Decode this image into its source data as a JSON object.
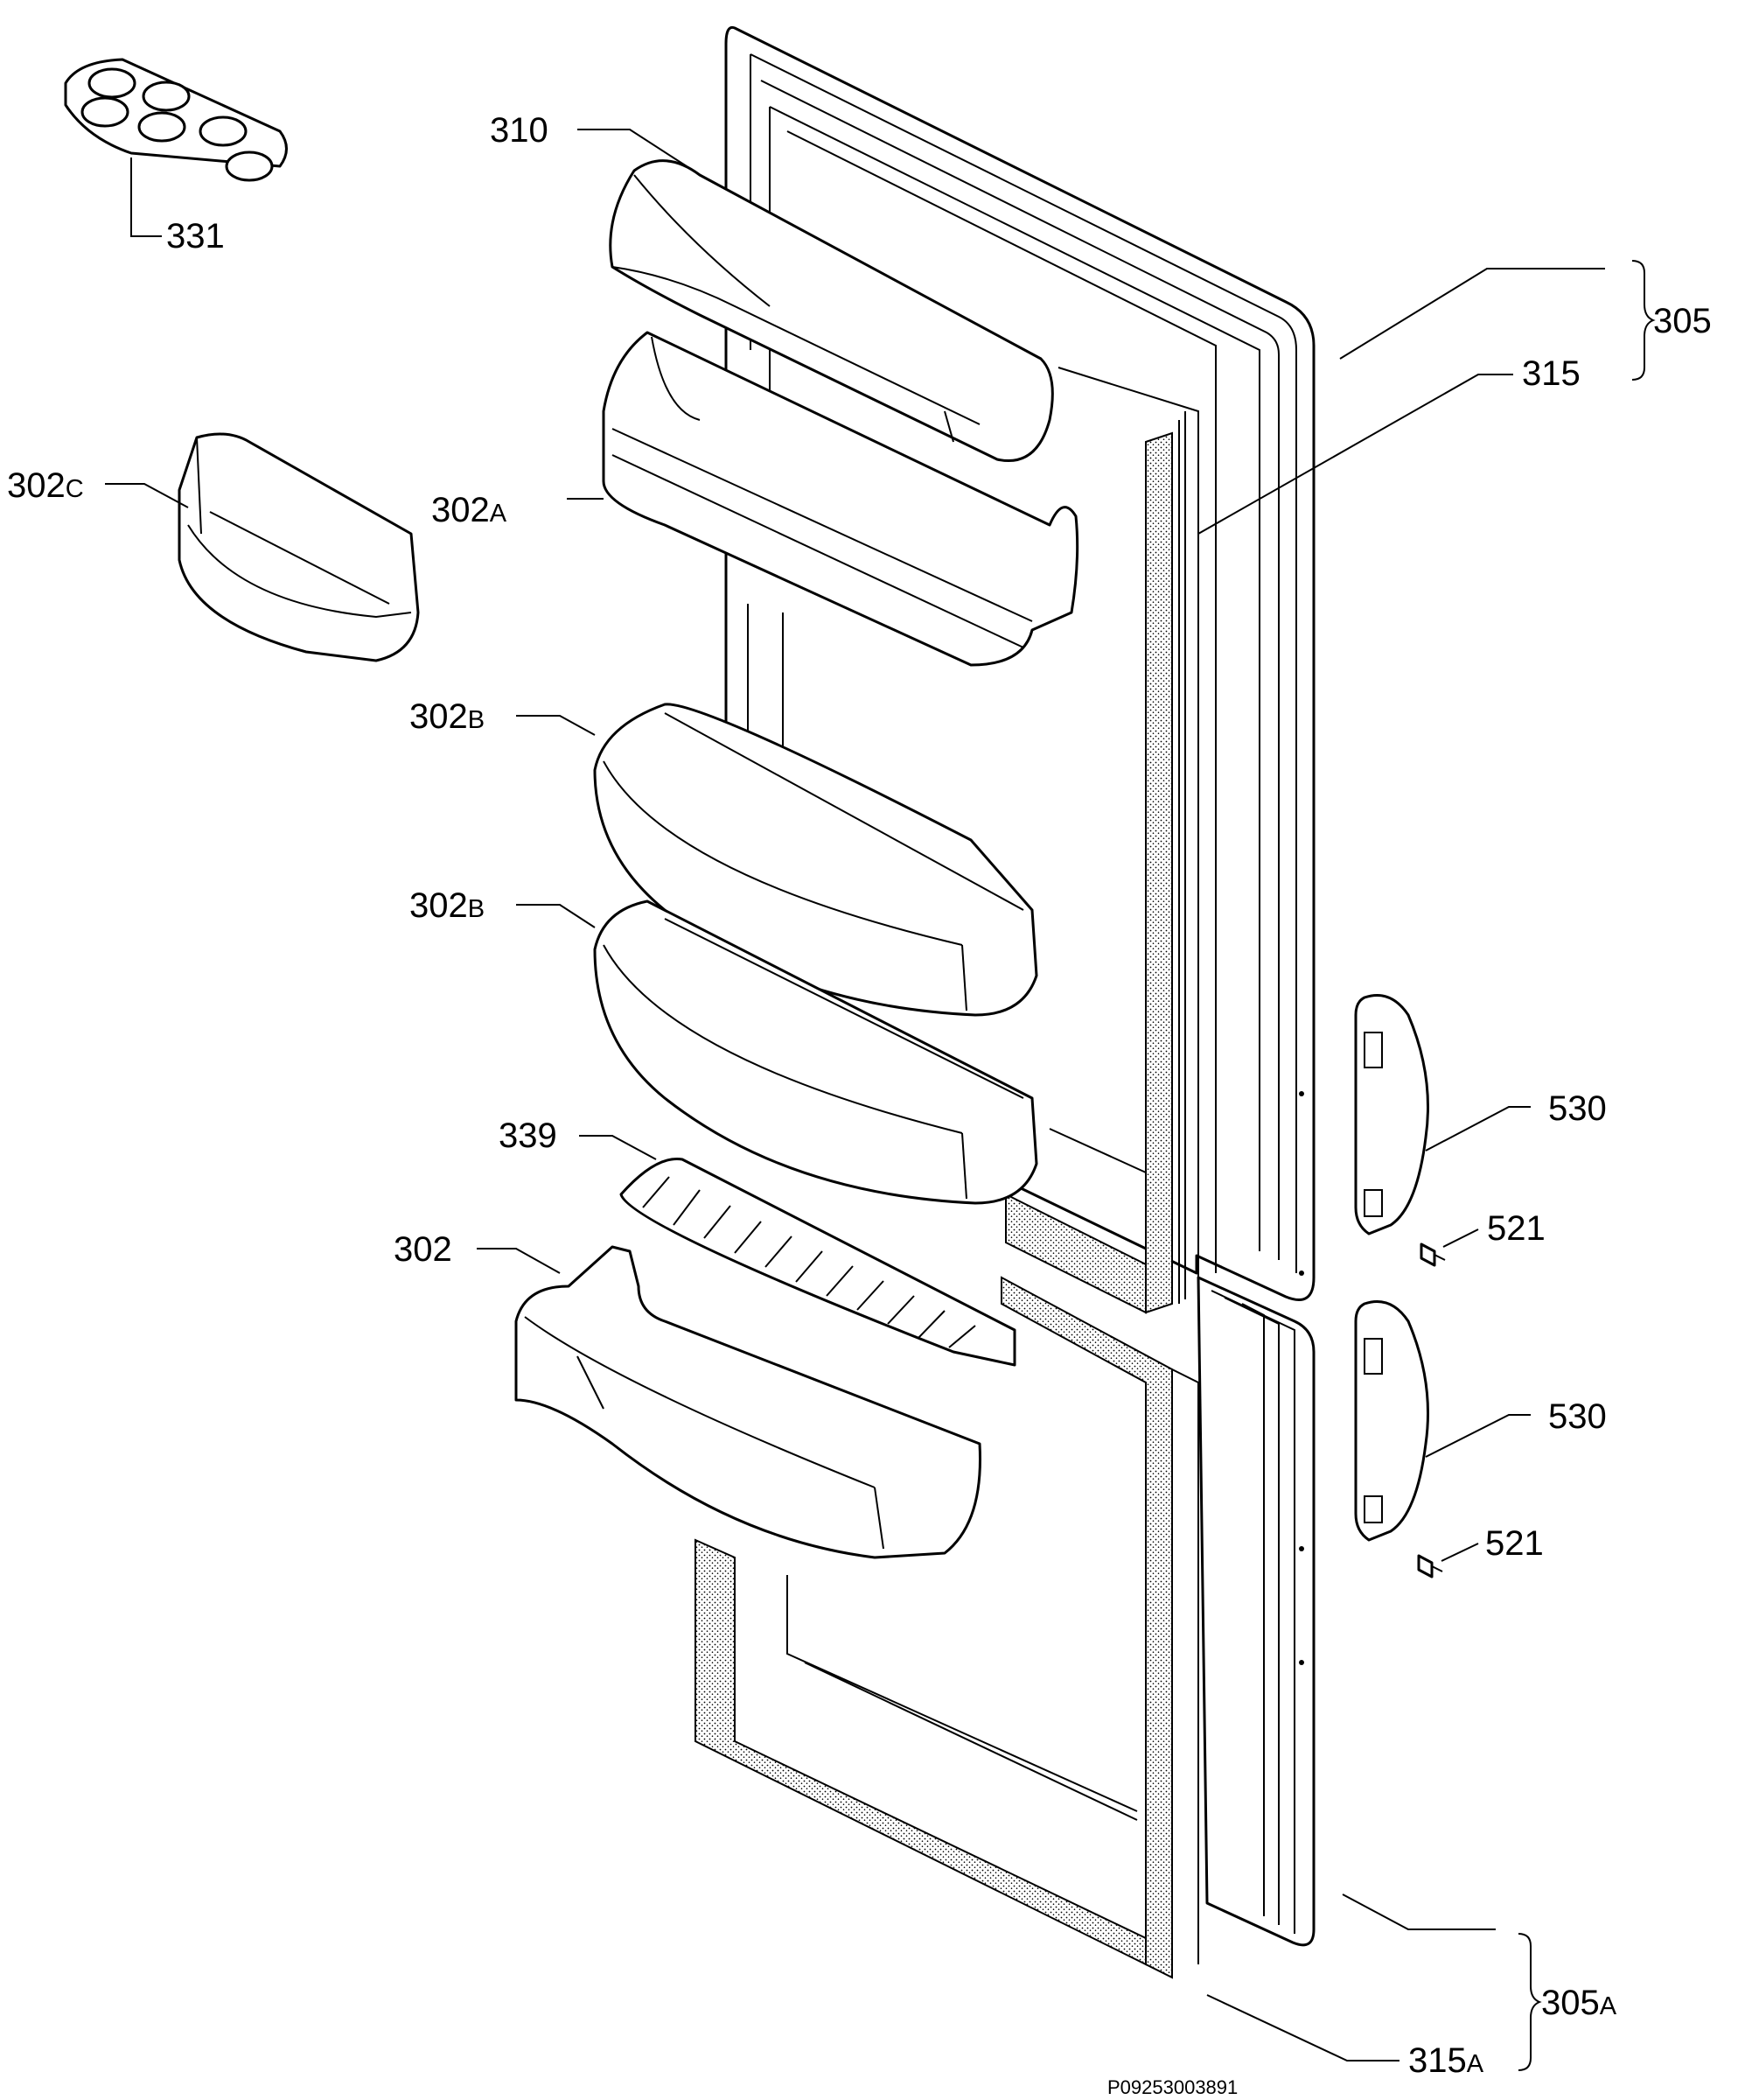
{
  "labels": {
    "p331": "331",
    "p310": "310",
    "p305": "305",
    "p315": "315",
    "p302c": "302",
    "p302c_suffix": "C",
    "p302a": "302",
    "p302a_suffix": "A",
    "p302b1": "302",
    "p302b1_suffix": "B",
    "p302b2": "302",
    "p302b2_suffix": "B",
    "p339": "339",
    "p302": "302",
    "p530a": "530",
    "p521a": "521",
    "p530b": "530",
    "p521b": "521",
    "p305a": "305",
    "p305a_suffix": "A",
    "p315a": "315",
    "p315a_suffix": "A"
  },
  "drawing_code": "P09253003891"
}
